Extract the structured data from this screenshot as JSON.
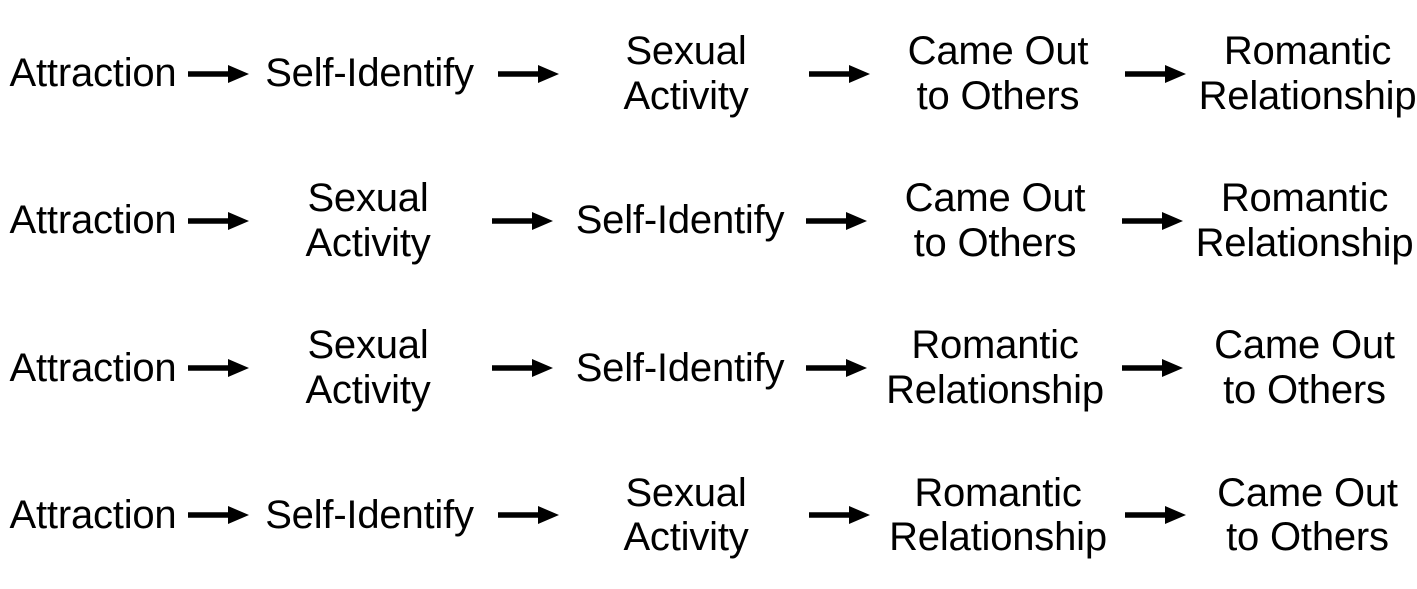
{
  "figure": {
    "background_color": "#ffffff",
    "text_color": "#000000",
    "arrow_icon_name": "right-arrow-icon"
  },
  "chart_data": {
    "type": "diagram",
    "title": "",
    "subtitle": "",
    "description": "Four alternative developmental milestone sequences, each shown as a left-to-right chain of five labelled stages joined by right-pointing arrows.",
    "node_labels": [
      "Attraction",
      "Self-Identify",
      "Sexual Activity",
      "Came Out to Others",
      "Romantic Relationship"
    ],
    "connector": "arrow-right",
    "rows": 4,
    "columns": 5,
    "sequences": [
      [
        "Attraction",
        "Self-Identify",
        "Sexual Activity",
        "Came Out to Others",
        "Romantic Relationship"
      ],
      [
        "Attraction",
        "Sexual Activity",
        "Self-Identify",
        "Came Out to Others",
        "Romantic Relationship"
      ],
      [
        "Attraction",
        "Sexual Activity",
        "Self-Identify",
        "Romantic Relationship",
        "Came Out to Others"
      ],
      [
        "Attraction",
        "Self-Identify",
        "Sexual Activity",
        "Romantic Relationship",
        "Came Out to Others"
      ]
    ]
  },
  "rows": [
    {
      "index": 1,
      "nodes": [
        {
          "label": "Attraction",
          "lines": "Attraction"
        },
        {
          "label": "Self-Identify",
          "lines": "Self-Identify"
        },
        {
          "label": "Sexual Activity",
          "lines": "Sexual\nActivity"
        },
        {
          "label": "Came Out to Others",
          "lines": "Came Out\nto Others"
        },
        {
          "label": "Romantic Relationship",
          "lines": "Romantic\nRelationship"
        }
      ]
    },
    {
      "index": 2,
      "nodes": [
        {
          "label": "Attraction",
          "lines": "Attraction"
        },
        {
          "label": "Sexual Activity",
          "lines": "Sexual\nActivity"
        },
        {
          "label": "Self-Identify",
          "lines": "Self-Identify"
        },
        {
          "label": "Came Out to Others",
          "lines": "Came Out\nto Others"
        },
        {
          "label": "Romantic Relationship",
          "lines": "Romantic\nRelationship"
        }
      ]
    },
    {
      "index": 3,
      "nodes": [
        {
          "label": "Attraction",
          "lines": "Attraction"
        },
        {
          "label": "Sexual Activity",
          "lines": "Sexual\nActivity"
        },
        {
          "label": "Self-Identify",
          "lines": "Self-Identify"
        },
        {
          "label": "Romantic Relationship",
          "lines": "Romantic\nRelationship"
        },
        {
          "label": "Came Out to Others",
          "lines": "Came Out\nto Others"
        }
      ]
    },
    {
      "index": 4,
      "nodes": [
        {
          "label": "Attraction",
          "lines": "Attraction"
        },
        {
          "label": "Self-Identify",
          "lines": "Self-Identify"
        },
        {
          "label": "Sexual Activity",
          "lines": "Sexual\nActivity"
        },
        {
          "label": "Romantic Relationship",
          "lines": "Romantic\nRelationship"
        },
        {
          "label": "Came Out to Others",
          "lines": "Came Out\nto Others"
        }
      ]
    }
  ]
}
